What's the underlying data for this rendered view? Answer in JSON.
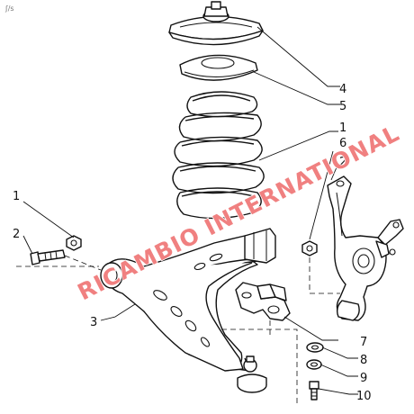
{
  "corner_mark": "ʃ/s",
  "watermark": "RICAMBIO INTERNATIONAL",
  "callouts": {
    "top_mount": "4",
    "upper_seat": "5",
    "coil_spring": "1",
    "knuckle_nut": "6",
    "knuckle": "2",
    "arm_nut": "1",
    "arm_bolt": "2",
    "control_arm": "3",
    "bush": "7",
    "washer": "8",
    "split_washer": "9",
    "bolt": "10"
  },
  "colors": {
    "line": "#111111",
    "watermark": "#f08080"
  }
}
